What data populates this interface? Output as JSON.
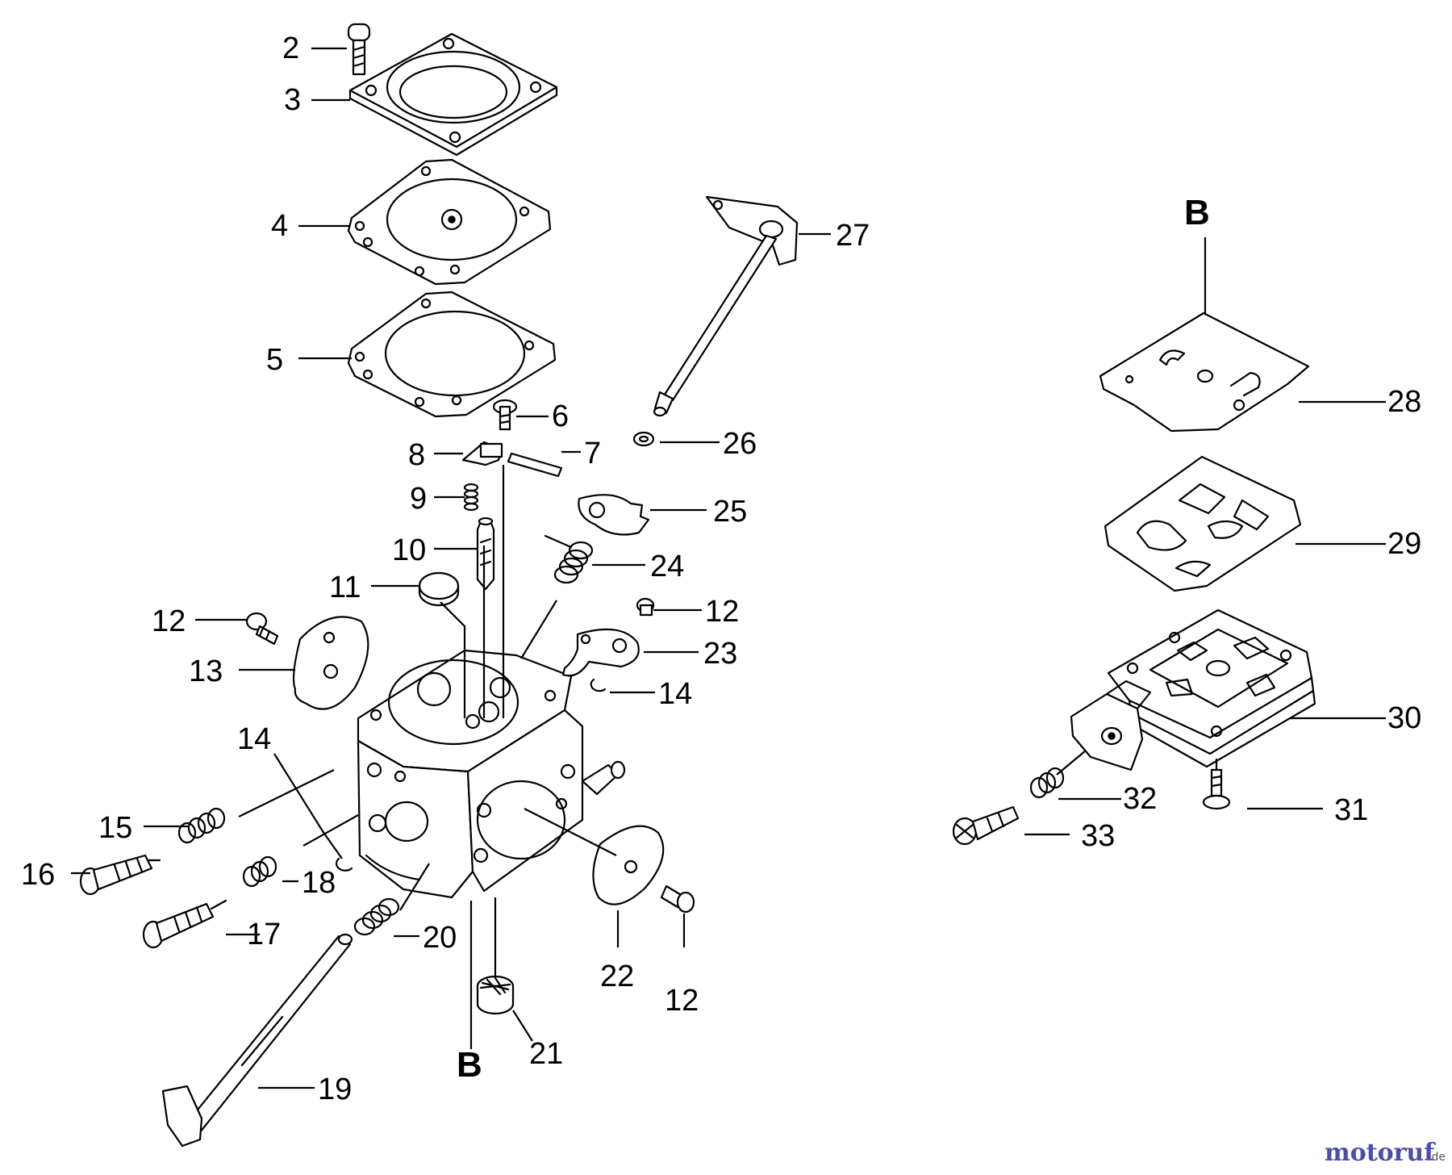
{
  "labels": {
    "p2": "2",
    "p3": "3",
    "p4": "4",
    "p5": "5",
    "p6": "6",
    "p7": "7",
    "p8": "8",
    "p9": "9",
    "p10": "10",
    "p11": "11",
    "p12a": "12",
    "p12b": "12",
    "p12c": "12",
    "p13": "13",
    "p14a": "14",
    "p14b": "14",
    "p15": "15",
    "p16": "16",
    "p17": "17",
    "p18": "18",
    "p19": "19",
    "p20": "20",
    "p21": "21",
    "p22": "22",
    "p23": "23",
    "p24": "24",
    "p25": "25",
    "p26": "26",
    "p27": "27",
    "p28": "28",
    "p29": "29",
    "p30": "30",
    "p31": "31",
    "p32": "32",
    "p33": "33"
  },
  "section_marks": {
    "b_top": "B",
    "b_bottom": "B"
  },
  "watermark": {
    "brand": "motoruf",
    "tld": ".de",
    "brand_color": "#4a4ea8"
  }
}
